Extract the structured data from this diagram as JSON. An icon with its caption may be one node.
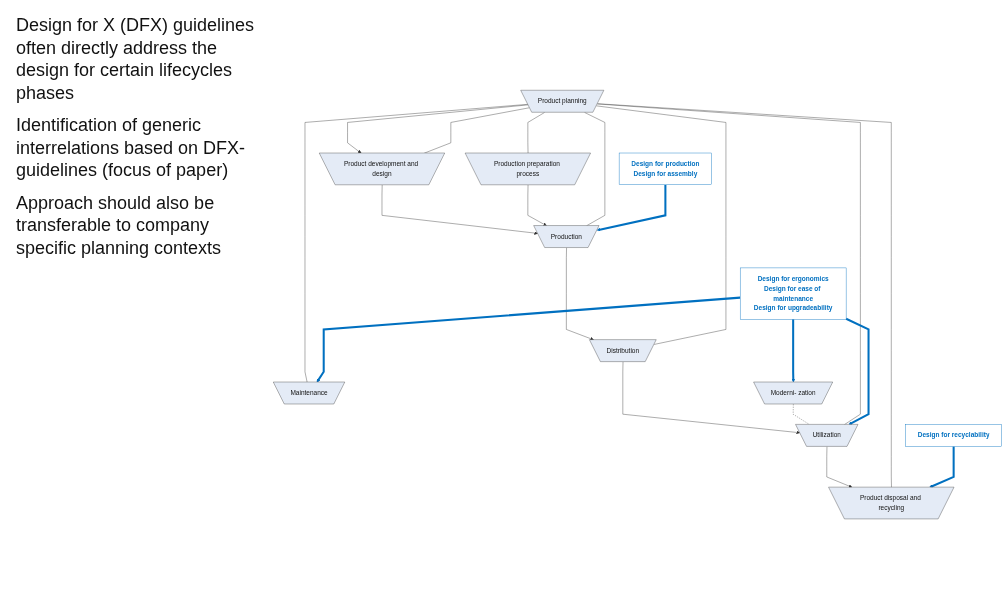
{
  "diagram": {
    "nodes": [
      {
        "text": [
          "Product planning"
        ]
      },
      {
        "text": [
          "Product development and design"
        ]
      },
      {
        "text": [
          "Production preparation process"
        ]
      },
      {
        "text": [
          "Production"
        ]
      },
      {
        "text": [
          "Design for production",
          "Design for assembly"
        ]
      },
      {
        "text": [
          "Distribution"
        ]
      },
      {
        "text": [
          "Design for ergonomics",
          "Design for ease of maintenance",
          "Design for upgradeability"
        ]
      },
      {
        "text": [
          "Utilization"
        ]
      },
      {
        "text": [
          "Maintenance"
        ]
      },
      {
        "text": [
          "Moderni- zation"
        ]
      },
      {
        "text": [
          "Design for recyclability"
        ]
      },
      {
        "text": [
          "Product disposal and recycling"
        ]
      }
    ],
    "edges": [
      {
        "from": 0,
        "to": 1,
        "arrow": "to"
      },
      {
        "from": 1,
        "to": 3,
        "arrow": "to"
      },
      {
        "from": 2,
        "to": 3,
        "arrow": "to"
      },
      {
        "from": 3,
        "to": 5,
        "arrow": "to"
      },
      {
        "from": 5,
        "to": 7,
        "arrow": "to"
      },
      {
        "from": 7,
        "to": 11,
        "arrow": "to"
      },
      {
        "from": 9,
        "to": 7,
        "arrow": "none",
        "style": "dashed"
      },
      {
        "from": 0,
        "to": 1,
        "arrow": "none"
      },
      {
        "from": 0,
        "to": 2,
        "arrow": "none"
      },
      {
        "from": 0,
        "to": 3,
        "arrow": "none"
      },
      {
        "from": 0,
        "to": 5,
        "arrow": "none"
      },
      {
        "from": 0,
        "to": 7,
        "arrow": "none"
      },
      {
        "from": 0,
        "to": 8,
        "arrow": "none"
      },
      {
        "from": 0,
        "to": 11,
        "arrow": "none"
      },
      {
        "from": 4,
        "to": 3,
        "arrow": "to",
        "style": "thick",
        "color": "#0070c0"
      },
      {
        "from": 6,
        "to": 7,
        "arrow": "to",
        "style": "thick",
        "color": "#0070c0"
      },
      {
        "from": 6,
        "to": 8,
        "arrow": "to",
        "style": "thick",
        "color": "#0070c0"
      },
      {
        "from": 6,
        "to": 9,
        "arrow": "to",
        "style": "thick",
        "color": "#0070c0"
      },
      {
        "from": 10,
        "to": 11,
        "arrow": "to",
        "style": "thick",
        "color": "#0070c0"
      }
    ],
    "labels": [
      "Design for X (DFX) guidelines often directly address the design for certain lifecycles phases",
      "Identification of generic interrelations based on DFX-guidelines (focus of paper)",
      "Approach should also be transferable to company specific planning contexts"
    ]
  }
}
